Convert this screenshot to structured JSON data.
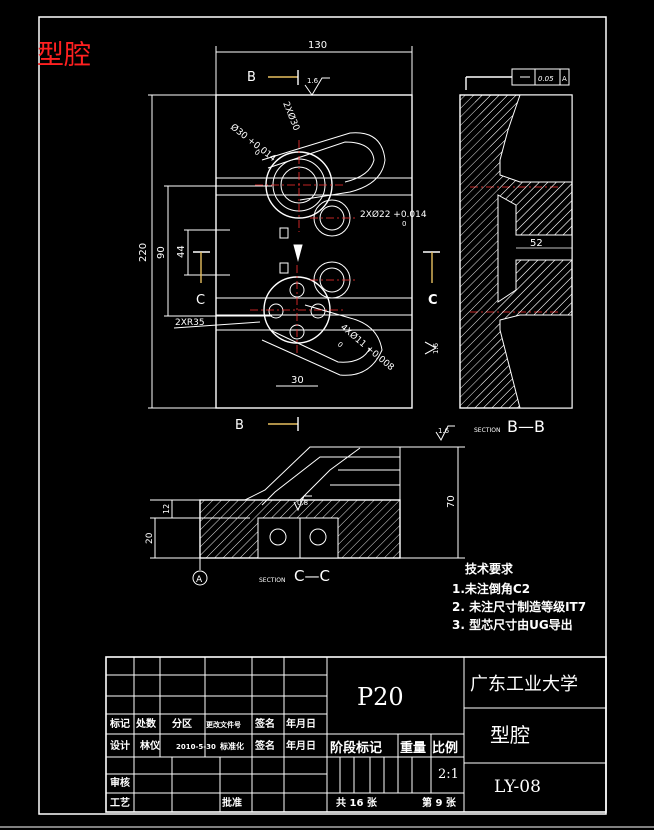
{
  "drawing_title_red": "型腔",
  "top_view": {
    "width_dim": "130",
    "height_dim": "220",
    "dim_90": "90",
    "dim_44": "44",
    "dim_30": "30",
    "section_B_top": "B",
    "section_B_bottom": "B",
    "section_C_left": "C",
    "section_C_right": "C",
    "roughness_top": "1.6",
    "roughness_right": "1.6",
    "hole_2x30": "2XØ30",
    "hole_30_tol": "Ø30 +0.014",
    "hole_30_tol_low": "0",
    "hole_22_tol": "2XØ22 +0.014",
    "hole_22_tol_low": "0",
    "radius_35": "2XR35",
    "hole_4x11": "4XØ11 +0.008",
    "hole_4x11_low": "0"
  },
  "section_bb": {
    "dim_52": "52",
    "label_prefix": "SECTION",
    "label": "B—B",
    "gdt_flatness": "0.05",
    "gdt_datum": "A"
  },
  "section_cc": {
    "dim_70": "70",
    "dim_12": "12",
    "dim_20": "20",
    "roughness_top": "1.6",
    "roughness_mid": "0.8",
    "datum": "A",
    "label_prefix": "SECTION",
    "label": "C—C"
  },
  "tech_requirements": {
    "heading": "技术要求",
    "items": [
      "1.未注倒角C2",
      "2. 未注尺寸制造等级IT7",
      "3. 型芯尺寸由UG导出"
    ]
  },
  "title_block": {
    "part_code": "P20",
    "university": "广东工业大学",
    "part_name": "型腔",
    "drawing_no": "LY-08",
    "scale": "2:1",
    "total_sheets": "共 16 张",
    "sheet_no": "第 9 张",
    "hdr_mark": "标记",
    "hdr_count": "处数",
    "hdr_zone": "分区",
    "hdr_change_doc": "更改文件号",
    "hdr_sign": "签名",
    "hdr_date": "年月日",
    "row_design": "设计",
    "designer": "林仪",
    "design_date": "2010-5-30",
    "hdr_standard": "标准化",
    "hdr_sign2": "签名",
    "hdr_date2": "年月日",
    "hdr_stage": "阶段标记",
    "hdr_weight": "重量",
    "hdr_scale": "比例",
    "row_review": "审核",
    "row_process": "工艺",
    "row_approve": "批准"
  }
}
